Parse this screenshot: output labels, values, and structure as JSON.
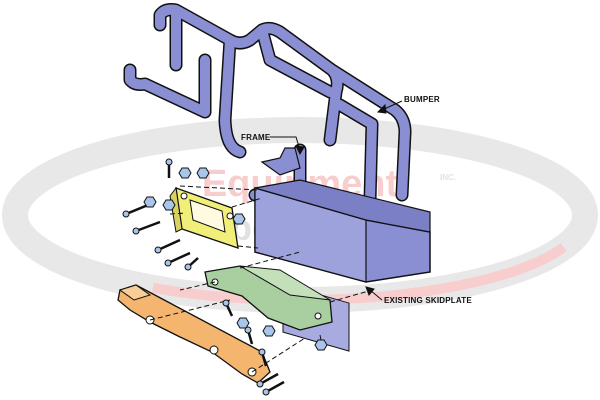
{
  "watermark": {
    "line1": "Equipment",
    "line2": "Specialists",
    "mark": "INC.",
    "color": "#e21f26"
  },
  "labels": {
    "bumper": "BUMPER",
    "frame": "FRAME",
    "skidplate": "EXISTING SKIDPLATE"
  },
  "parts": {
    "bumper": {
      "color": "#8a8fd3"
    },
    "frame_bracket": {
      "color": "#f2ee7a"
    },
    "skid_mount": {
      "color": "#a9cfa0"
    },
    "lower_bar": {
      "color": "#f4b56e"
    },
    "bolts": {
      "color": "#a9c6ea"
    }
  }
}
